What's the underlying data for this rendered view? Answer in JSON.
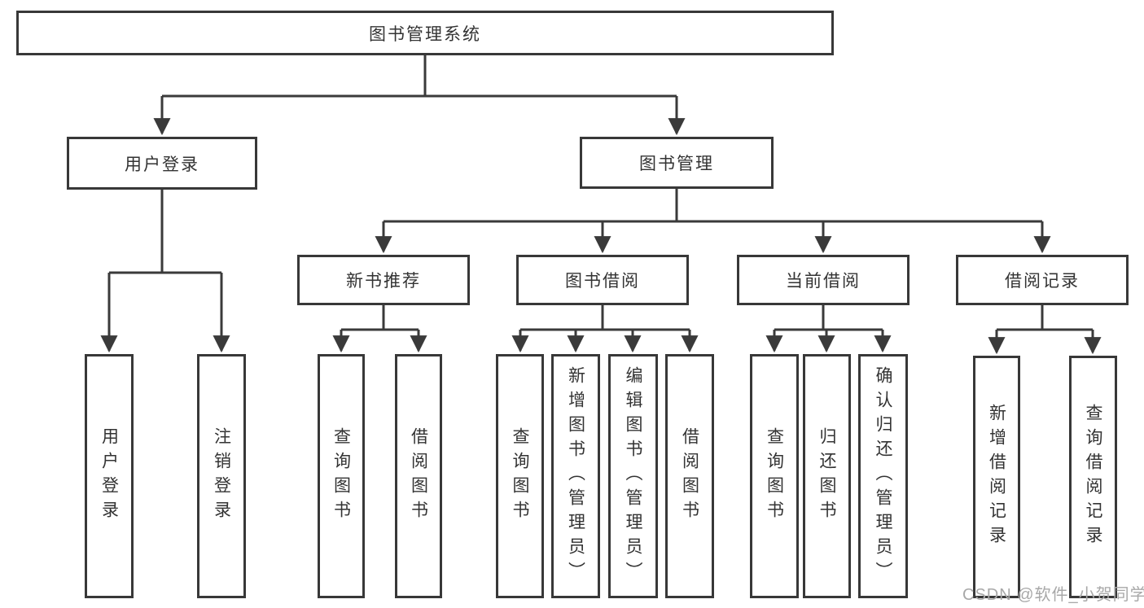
{
  "tree": {
    "root": {
      "label": "图书管理系统"
    },
    "branches": [
      {
        "label": "用户登录",
        "leaves": [
          "用户登录",
          "注销登录"
        ]
      },
      {
        "label": "图书管理",
        "children": [
          {
            "label": "新书推荐",
            "leaves": [
              "查询图书",
              "借阅图书"
            ]
          },
          {
            "label": "图书借阅",
            "leaves": [
              "查询图书",
              "新增图书（管理员）",
              "编辑图书（管理员）",
              "借阅图书"
            ]
          },
          {
            "label": "当前借阅",
            "leaves": [
              "查询图书",
              "归还图书",
              "确认归还（管理员）"
            ]
          },
          {
            "label": "借阅记录",
            "leaves": [
              "新增借阅记录",
              "查询借阅记录"
            ]
          }
        ]
      }
    ]
  },
  "watermark": "CSDN @软件_小贺同学",
  "colors": {
    "line": "#3a3a3a",
    "border": "#383838",
    "text": "#333333",
    "watermark": "#a8a8a8",
    "background": "#ffffff"
  }
}
